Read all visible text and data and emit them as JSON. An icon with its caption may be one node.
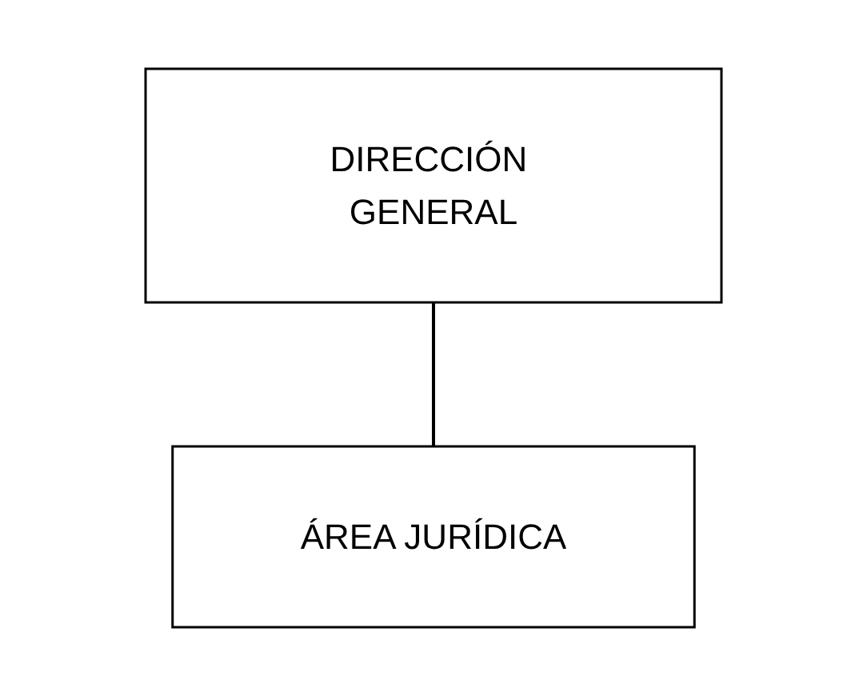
{
  "diagram": {
    "nodes": [
      {
        "text": [
          "DIRECCIÓN GENERAL"
        ]
      },
      {
        "text": [
          "ÁREA JURÍDICA"
        ]
      }
    ],
    "edges": [
      {
        "from": 0,
        "to": 1,
        "arrow": "none"
      }
    ]
  }
}
